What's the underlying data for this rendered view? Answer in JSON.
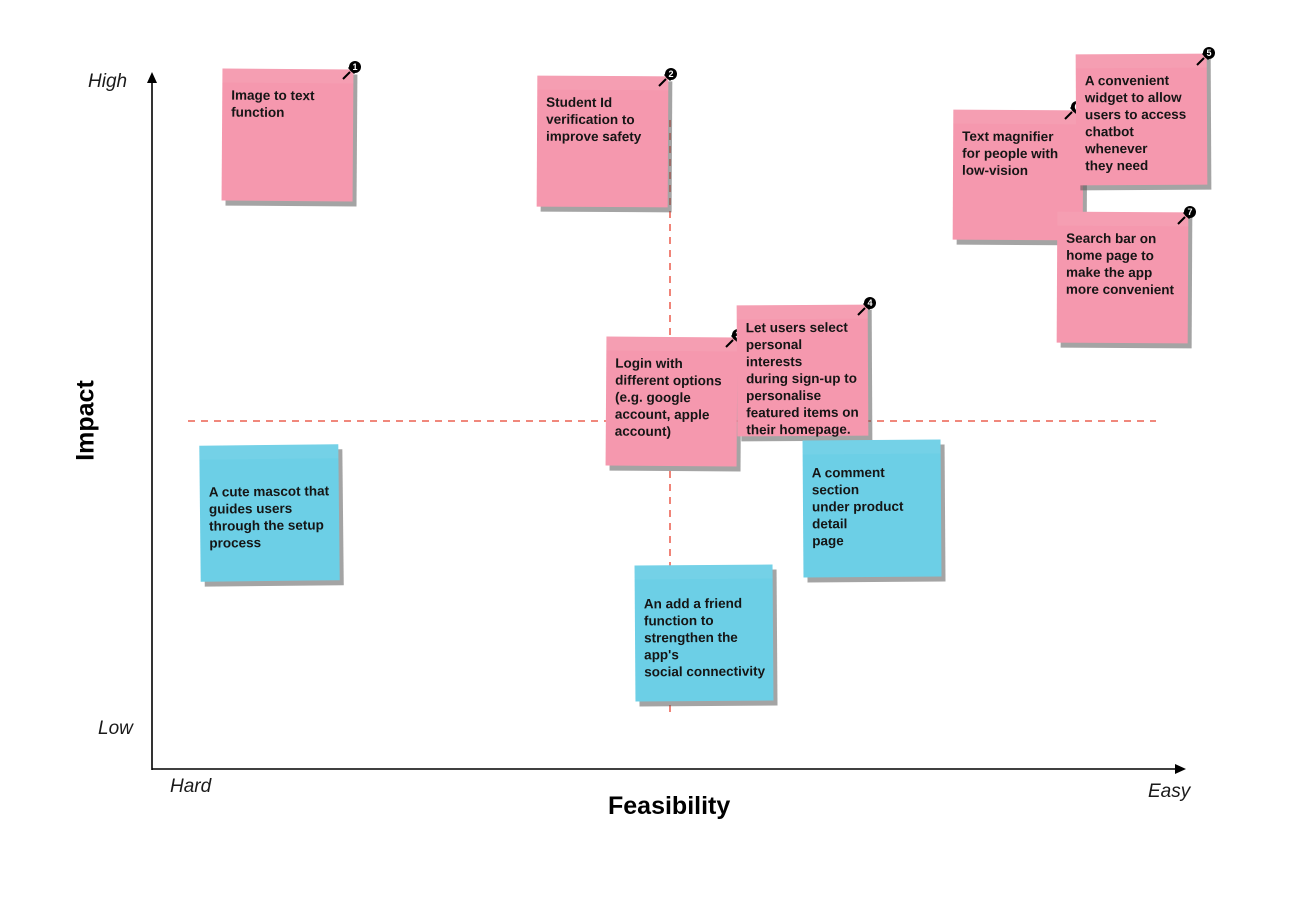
{
  "axes": {
    "y_title": "Impact",
    "x_title": "Feasibility",
    "y_high": "High",
    "y_low": "Low",
    "x_hard": "Hard",
    "x_easy": "Easy"
  },
  "colors": {
    "high_impact_note": "#f598ae",
    "low_impact_note": "#6ccfe6",
    "divider_line": "#e8412f",
    "axis_line": "#000000"
  },
  "notes": [
    {
      "id": "1",
      "text": "Image to text\nfunction",
      "color": "pink",
      "pin": "1"
    },
    {
      "id": "2",
      "text": "Student Id\nverification to\nimprove safety",
      "color": "pink",
      "pin": "2"
    },
    {
      "id": "3",
      "text": "Login with\ndifferent options\n(e.g. google\naccount, apple\naccount)",
      "color": "pink",
      "pin": "3"
    },
    {
      "id": "4",
      "text": "Let users select\npersonal interests\nduring sign-up to\npersonalise\nfeatured items on\ntheir homepage.",
      "color": "pink",
      "pin": "4"
    },
    {
      "id": "5",
      "text": "A convenient\nwidget to allow\nusers to access\nchatbot whenever\nthey need",
      "color": "pink",
      "pin": "5"
    },
    {
      "id": "6",
      "text": "Text magnifier\nfor people with\nlow-vision",
      "color": "pink",
      "pin": "6"
    },
    {
      "id": "7",
      "text": "Search bar on\nhome page to\nmake the app\nmore convenient",
      "color": "pink",
      "pin": "7"
    },
    {
      "id": "b1",
      "text": "A cute mascot that\nguides users\nthrough the setup\nprocess",
      "color": "blue"
    },
    {
      "id": "b2",
      "text": "A comment section\nunder product detail\npage",
      "color": "blue"
    },
    {
      "id": "b3",
      "text": "An add a friend\nfunction to\nstrengthen the app's\nsocial connectivity",
      "color": "blue"
    }
  ]
}
